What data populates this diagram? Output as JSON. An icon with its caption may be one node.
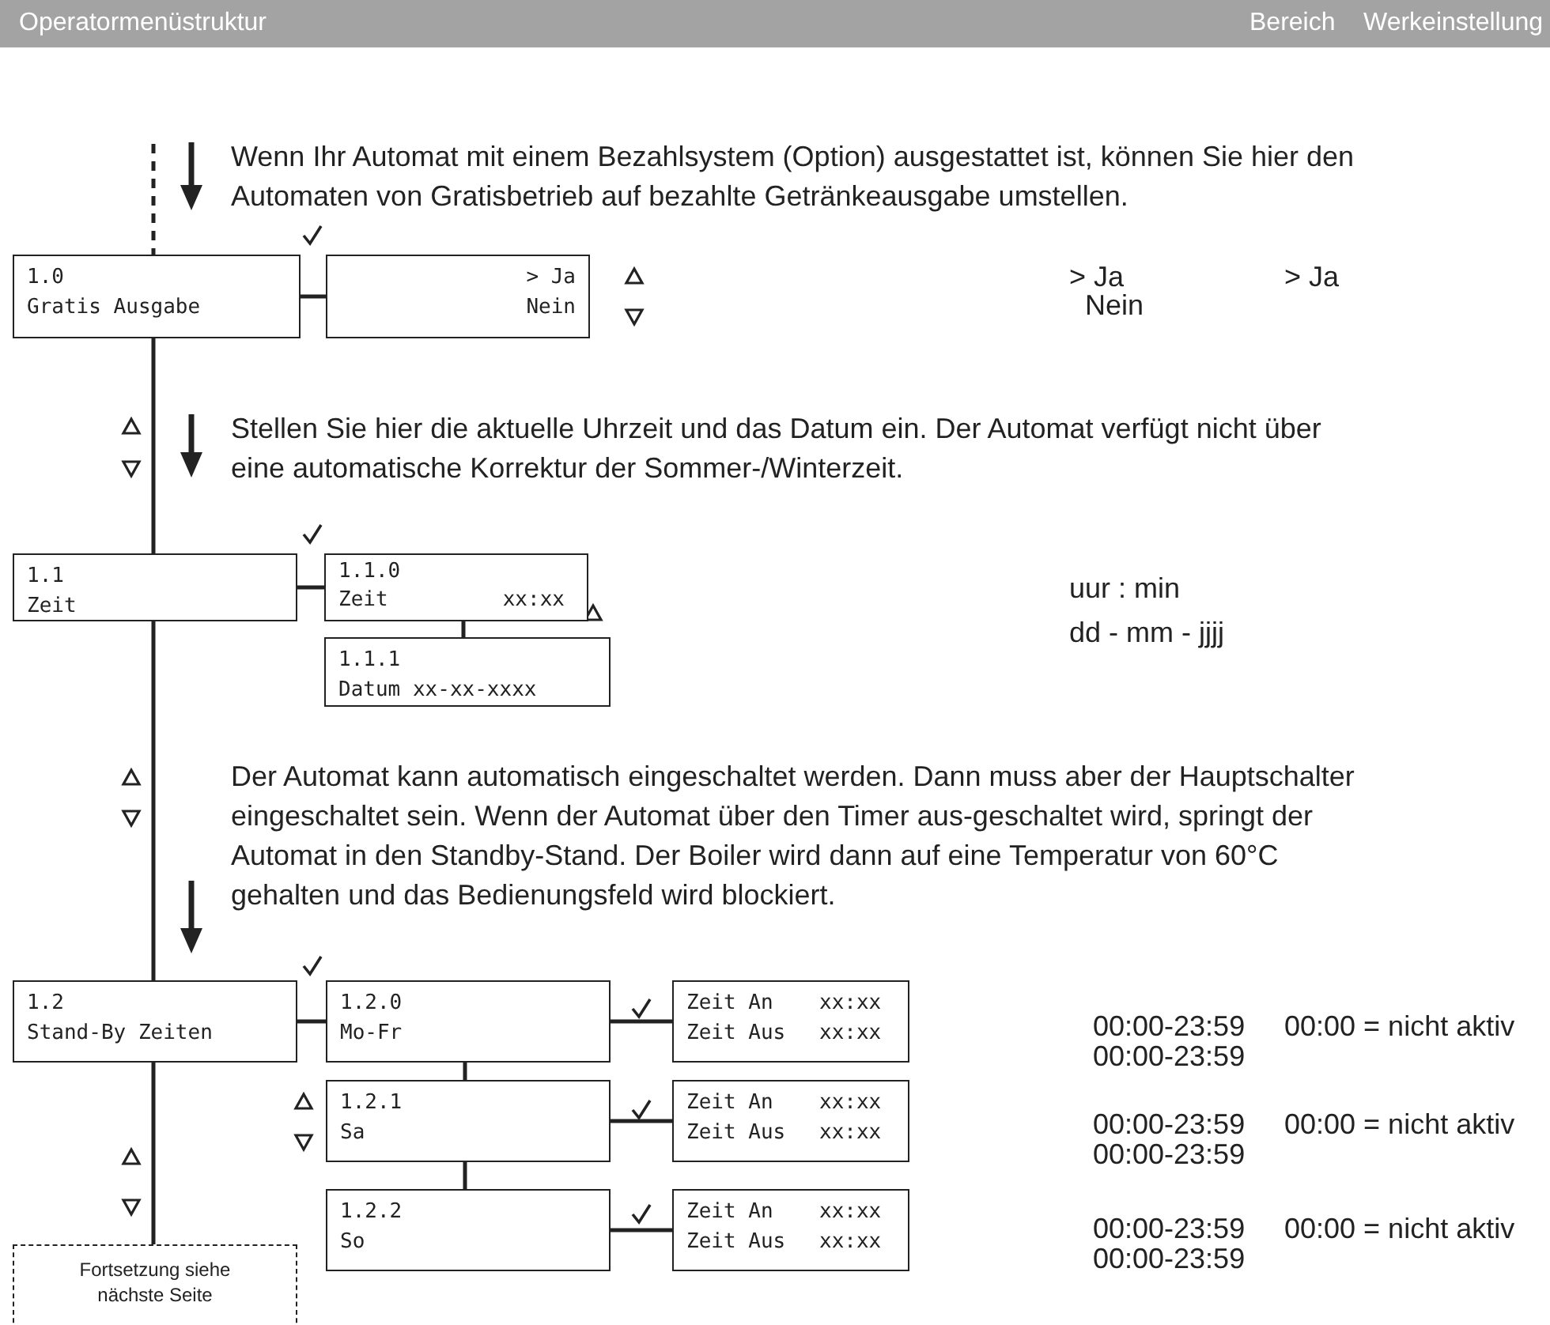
{
  "diagram": {
    "nodes": [
      {
        "text": [
          "Operatormenüstruktur",
          "Bereich",
          "Werkeinstellung"
        ]
      },
      {
        "text": [
          "1.0",
          "Gratis Ausgabe"
        ]
      },
      {
        "text": [
          "> Ja",
          "Nein"
        ]
      },
      {
        "text": [
          "1.1",
          "Zeit"
        ]
      },
      {
        "text": [
          "1.1.0",
          "Zeit",
          "xx:xx"
        ]
      },
      {
        "text": [
          "1.1.1",
          "Datum xx-xx-xxxx"
        ]
      },
      {
        "text": [
          "1.2",
          "Stand-By Zeiten"
        ]
      },
      {
        "text": [
          "1.2.0",
          "Mo-Fr"
        ]
      },
      {
        "text": [
          "Zeit An",
          "xx:xx",
          "Zeit Aus",
          "xx:xx"
        ]
      },
      {
        "text": [
          "1.2.1",
          "Sa"
        ]
      },
      {
        "text": [
          "Zeit An",
          "xx:xx",
          "Zeit Aus",
          "xx:xx"
        ]
      },
      {
        "text": [
          "1.2.2",
          "So"
        ]
      },
      {
        "text": [
          "Zeit An",
          "xx:xx",
          "Zeit Aus",
          "xx:xx"
        ]
      },
      {
        "text": [
          "Fortsetzung siehe nächste Seite"
        ]
      }
    ],
    "edges": [
      {
        "from": null,
        "to": 1,
        "arrow": "none",
        "style": "dashed"
      },
      {
        "from": 1,
        "to": 2,
        "arrow": "none"
      },
      {
        "from": 1,
        "to": 3,
        "arrow": "none"
      },
      {
        "from": 3,
        "to": 4,
        "arrow": "none"
      },
      {
        "from": 4,
        "to": 5,
        "arrow": "none"
      },
      {
        "from": 3,
        "to": 6,
        "arrow": "none"
      },
      {
        "from": 6,
        "to": 7,
        "arrow": "none"
      },
      {
        "from": 7,
        "to": 8,
        "arrow": "none"
      },
      {
        "from": 7,
        "to": 9,
        "arrow": "none"
      },
      {
        "from": 9,
        "to": 10,
        "arrow": "none"
      },
      {
        "from": 9,
        "to": 11,
        "arrow": "none"
      },
      {
        "from": 11,
        "to": 12,
        "arrow": "none"
      },
      {
        "from": 6,
        "to": 13,
        "arrow": "none"
      }
    ],
    "labels": [
      "Wenn Ihr Automat mit einem Bezahlsystem (Option) ausgestattet ist, können Sie hier den Automaten von Gratisbetrieb auf bezahlte Getränkeausgabe umstellen.",
      "> Ja",
      "Nein",
      "> Ja",
      "Stellen Sie hier die aktuelle Uhrzeit und das Datum ein. Der Automat verfügt nicht über eine automatische Korrektur der Sommer-/Winterzeit.",
      "uur : min",
      "dd - mm - jjjj",
      "Der Automat kann automatisch eingeschaltet werden. Dann muss aber der Hauptschalter eingeschaltet sein. Wenn der Automat über den Timer aus-geschaltet wird, springt der Automat in den Standby-Stand.  Der Boiler wird dann auf eine Temperatur von 60°C gehalten und das Bedienungsfeld wird blockiert.",
      "00:00-23:59",
      "00:00 = nicht aktiv",
      "00:00-23:59",
      "00:00-23:59",
      "00:00 = nicht aktiv",
      "00:00-23:59",
      "00:00-23:59",
      "00:00 = nicht aktiv",
      "00:00-23:59"
    ]
  }
}
